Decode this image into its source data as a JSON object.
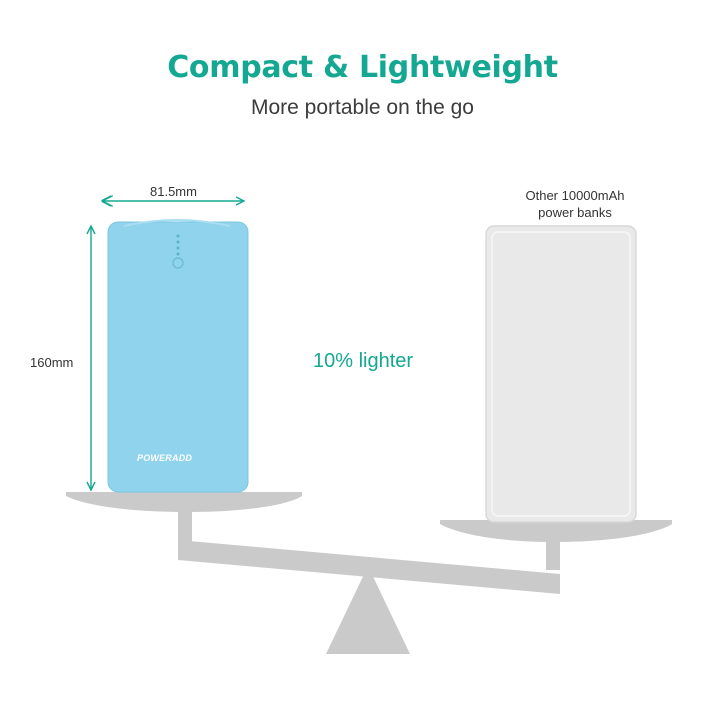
{
  "header": {
    "title": "Compact & Lightweight",
    "subtitle": "More portable on the go"
  },
  "left_product": {
    "width_label": "81.5mm",
    "height_label": "160mm",
    "brand": "POWERADD",
    "color": "#8fd3ec"
  },
  "comparison": {
    "label": "10% lighter"
  },
  "right_product": {
    "label_line1": "Other 10000mAh",
    "label_line2": "power banks",
    "color": "#e9e9e9"
  },
  "colors": {
    "accent": "#14a892",
    "scale": "#c8c8c8",
    "dimension_lines": "#14a892"
  }
}
